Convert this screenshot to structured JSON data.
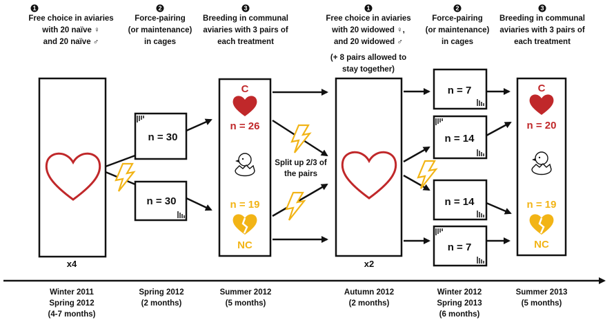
{
  "colors": {
    "red": "#c0282a",
    "yellow": "#f2b416",
    "black": "#111111"
  },
  "stages": [
    {
      "badge": "1",
      "lines": [
        "Free choice in aviaries",
        "with 20 naïve ♀",
        "and 20 naïve ♂"
      ]
    },
    {
      "badge": "2",
      "lines": [
        "Force-pairing",
        "(or maintenance)",
        "in cages"
      ]
    },
    {
      "badge": "3",
      "lines": [
        "Breeding in communal",
        "aviaries with 3 pairs of",
        "each treatment"
      ]
    },
    {
      "badge": "1",
      "lines": [
        "Free choice in aviaries",
        "with 20 widowed ♀,",
        "and 20 widowed ♂",
        "(+ 8 pairs allowed to",
        "stay together)"
      ]
    },
    {
      "badge": "2",
      "lines": [
        "Force-pairing",
        "(or maintenance)",
        "in cages"
      ]
    },
    {
      "badge": "3",
      "lines": [
        "Breeding in communal",
        "aviaries with 3 pairs of",
        "each treatment"
      ]
    }
  ],
  "boxes": {
    "aviary1_mult": "x4",
    "aviary2_mult": "x2",
    "cage1": "n = 30",
    "cage2": "n = 30",
    "cage3": "n = 7",
    "cage4": "n = 14",
    "cage5": "n = 14",
    "cage6": "n = 7",
    "breed1_c": "C",
    "breed1_c_n": "n = 26",
    "breed1_nc_n": "n = 19",
    "breed1_nc": "NC",
    "breed2_c": "C",
    "breed2_c_n": "n = 20",
    "breed2_nc_n": "n = 19",
    "breed2_nc": "NC"
  },
  "split_label": [
    "Split up 2/3 of",
    "the pairs"
  ],
  "timeline": [
    [
      "Winter 2011",
      "Spring 2012",
      "(4-7 months)"
    ],
    [
      "Spring 2012",
      "(2 months)"
    ],
    [
      "Summer 2012",
      "(5 months)"
    ],
    [
      "Autumn 2012",
      "(2 months)"
    ],
    [
      "Winter 2012",
      "Spring 2013",
      "(6 months)"
    ],
    [
      "Summer 2013",
      "(5 months)"
    ]
  ]
}
